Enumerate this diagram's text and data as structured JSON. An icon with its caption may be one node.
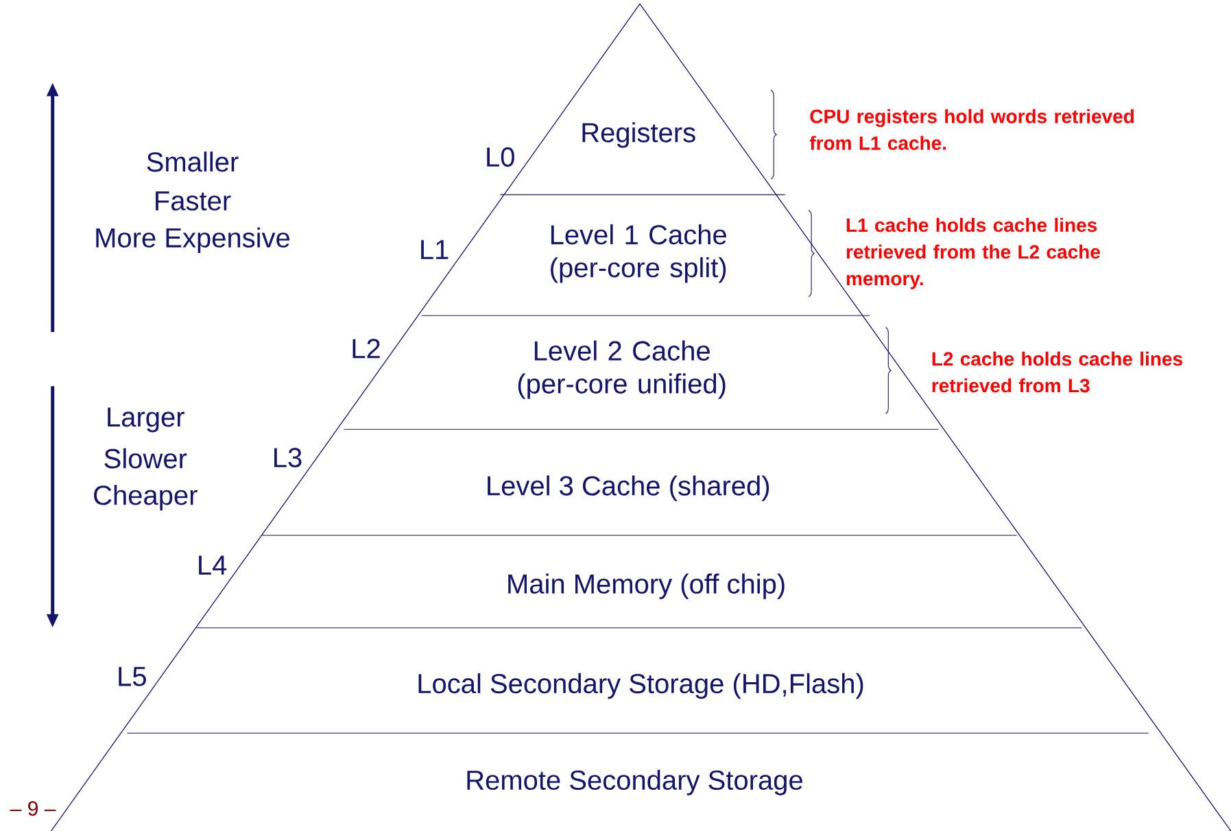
{
  "diagram": {
    "nodes": [
      {
        "text": [
          "Registers"
        ]
      },
      {
        "text": [
          "Level 1 Cache (per-core split)"
        ]
      },
      {
        "text": [
          "Level 2 Cache (per-core unified)"
        ]
      },
      {
        "text": [
          "Level 3 Cache (shared)"
        ]
      },
      {
        "text": [
          "Main Memory (off chip)"
        ]
      },
      {
        "text": [
          "Local Secondary Storage (HD,Flash)"
        ]
      },
      {
        "text": [
          "Remote Secondary Storage"
        ]
      }
    ],
    "labels": [
      "Smaller",
      "Faster",
      "More Expensive",
      "Larger",
      "Slower",
      "Cheaper",
      "L0",
      "L1",
      "L2",
      "L3",
      "L4",
      "L5",
      "CPU registers hold words retrieved from L1 cache.",
      "L1 cache holds cache lines retrieved from the L2 cache memory.",
      "L2 cache holds cache lines retrieved from L3",
      "– 9 –"
    ]
  }
}
